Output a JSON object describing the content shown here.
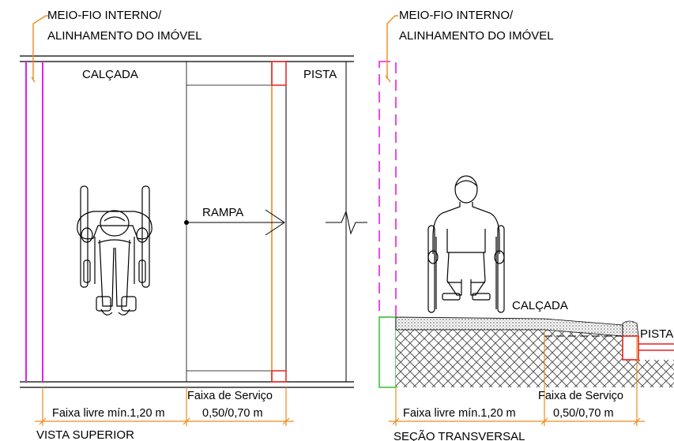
{
  "top_view": {
    "curb_label_line1": "MEIO-FIO INTERNO/",
    "curb_label_line2": "ALINHAMENTO DO IMÓVEL",
    "sidewalk_label": "CALÇADA",
    "road_label": "PISTA",
    "ramp_label": "RAMPA",
    "service_strip_label": "Faixa de Serviço",
    "free_strip_dim": "Faixa livre mín.1,20 m",
    "service_strip_dim": "0,50/0,70 m",
    "view_title": "VISTA SUPERIOR"
  },
  "section_view": {
    "curb_label_line1": "MEIO-FIO INTERNO/",
    "curb_label_line2": "ALINHAMENTO DO IMÓVEL",
    "sidewalk_label": "CALÇADA",
    "road_label": "PISTA",
    "service_strip_label": "Faixa de Serviço",
    "free_strip_dim": "Faixa livre mín.1,20 m",
    "service_strip_dim": "0,50/0,70 m",
    "view_title": "SEÇÃO TRANSVERSAL"
  },
  "colors": {
    "leader_orange": "#f08a1c",
    "curb_magenta": "#e61ee6",
    "curb_red": "#e62020",
    "wall_green": "#3cc83c",
    "line_black": "#000000"
  }
}
